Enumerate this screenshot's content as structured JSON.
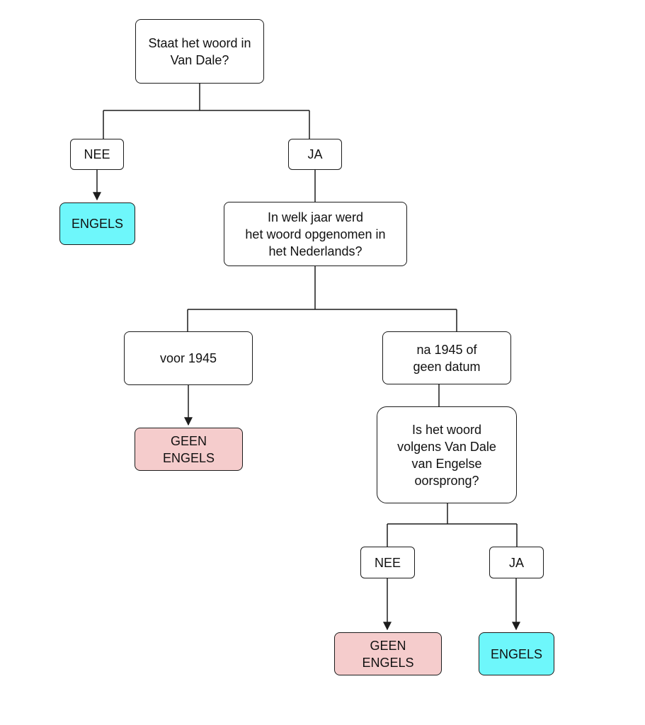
{
  "colors": {
    "engels_fill": "#6ef7fb",
    "geen_engels_fill": "#f5cccc",
    "stroke": "#1c1c1c",
    "background": "#ffffff"
  },
  "nodes": {
    "q1": "Staat het woord in\nVan Dale?",
    "nee1": "NEE",
    "ja1": "JA",
    "engels1": "ENGELS",
    "q2": "In welk jaar werd\nhet woord opgenomen in\nhet Nederlands?",
    "voor1945": "voor 1945",
    "na1945": "na 1945 of\ngeen datum",
    "geen_engels1": "GEEN\nENGELS",
    "q3": "Is het woord\nvolgens Van Dale\nvan Engelse\noorsprong?",
    "nee2": "NEE",
    "ja2": "JA",
    "geen_engels2": "GEEN\nENGELS",
    "engels2": "ENGELS"
  }
}
